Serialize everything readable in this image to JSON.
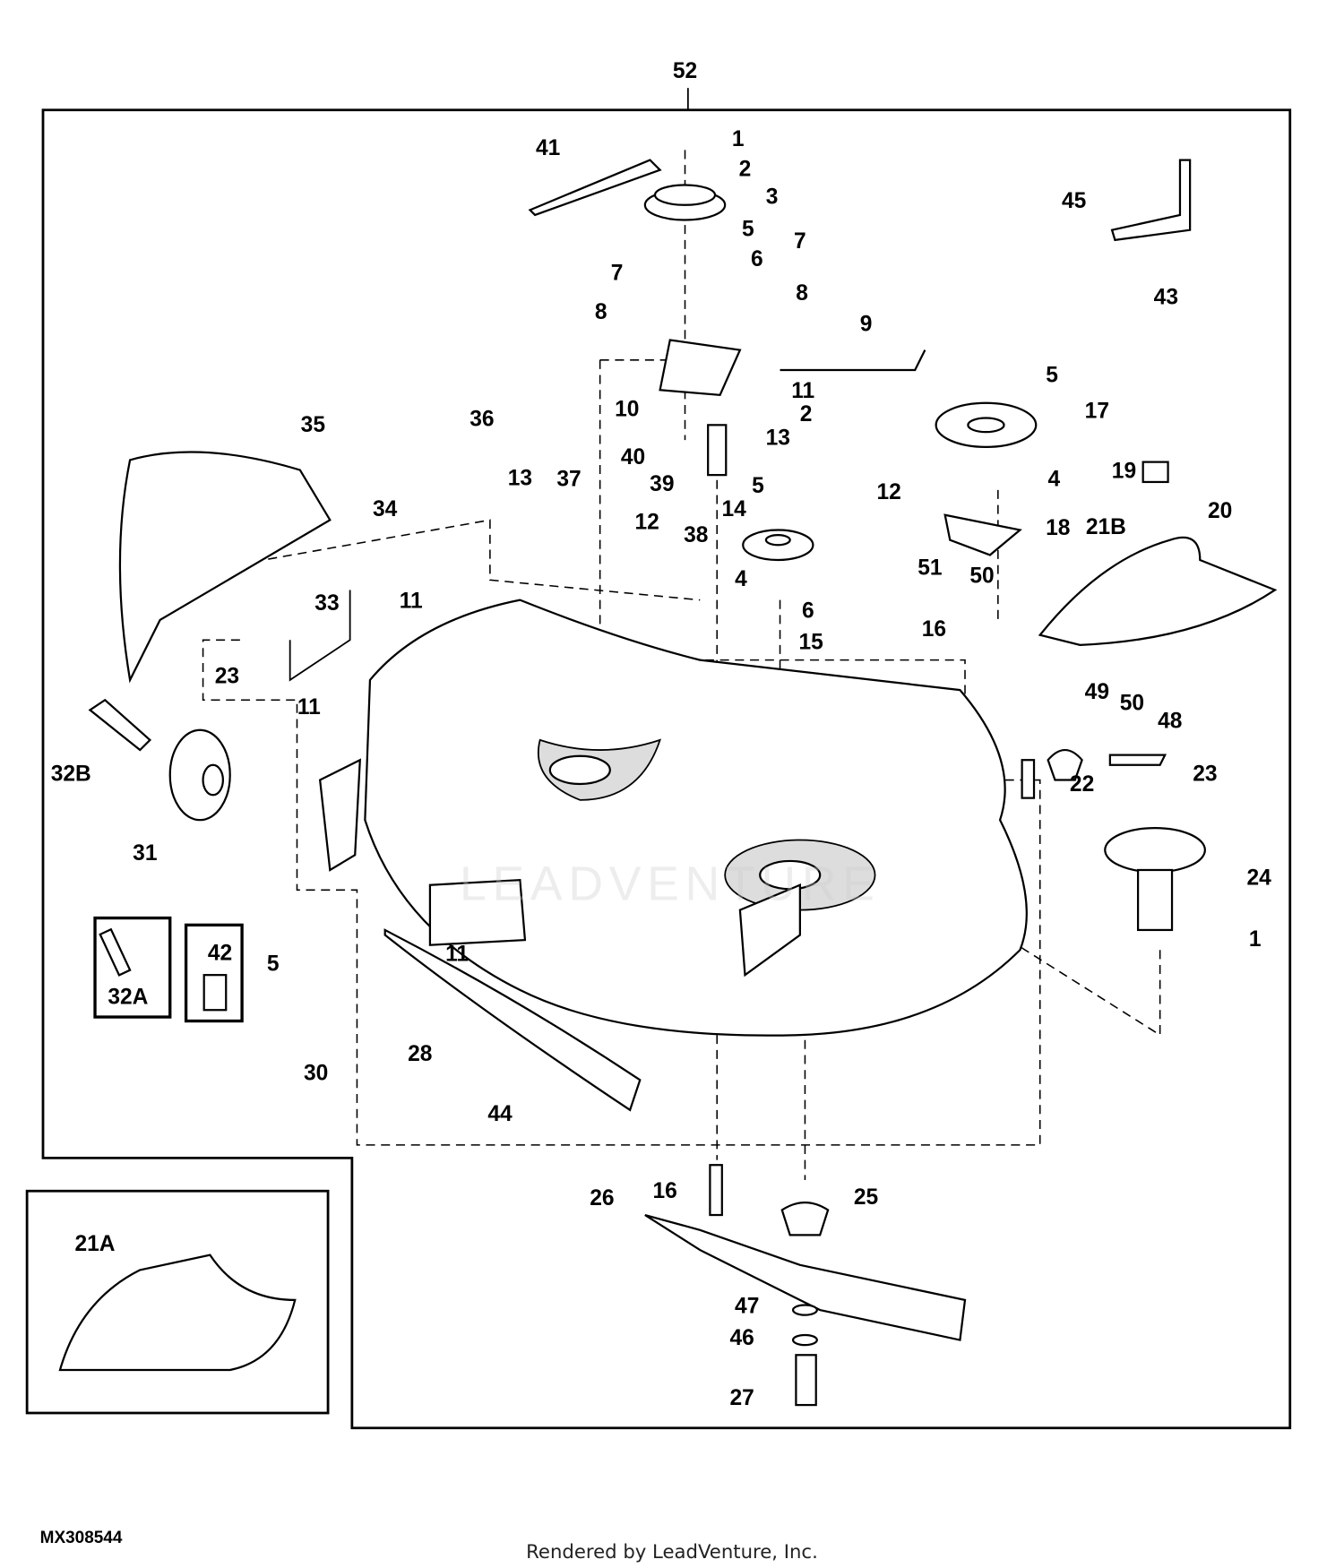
{
  "diagram": {
    "figure_code": "MX308544",
    "footer": "Rendered by LeadVenture, Inc.",
    "watermark": "LEADVENTURE",
    "callouts": [
      "52",
      "1",
      "2",
      "3",
      "5",
      "6",
      "7",
      "7",
      "8",
      "8",
      "9",
      "10",
      "11",
      "2",
      "13",
      "12",
      "40",
      "39",
      "41",
      "36",
      "35",
      "34",
      "13",
      "37",
      "12",
      "38",
      "14",
      "5",
      "4",
      "6",
      "15",
      "5",
      "17",
      "4",
      "19",
      "18",
      "21B",
      "20",
      "45",
      "43",
      "51",
      "50",
      "16",
      "49",
      "50",
      "48",
      "23",
      "22",
      "24",
      "1",
      "33",
      "11",
      "23",
      "11",
      "32B",
      "31",
      "5",
      "32A",
      "42",
      "11",
      "28",
      "30",
      "44",
      "16",
      "26",
      "25",
      "47",
      "46",
      "27",
      "21A"
    ]
  }
}
